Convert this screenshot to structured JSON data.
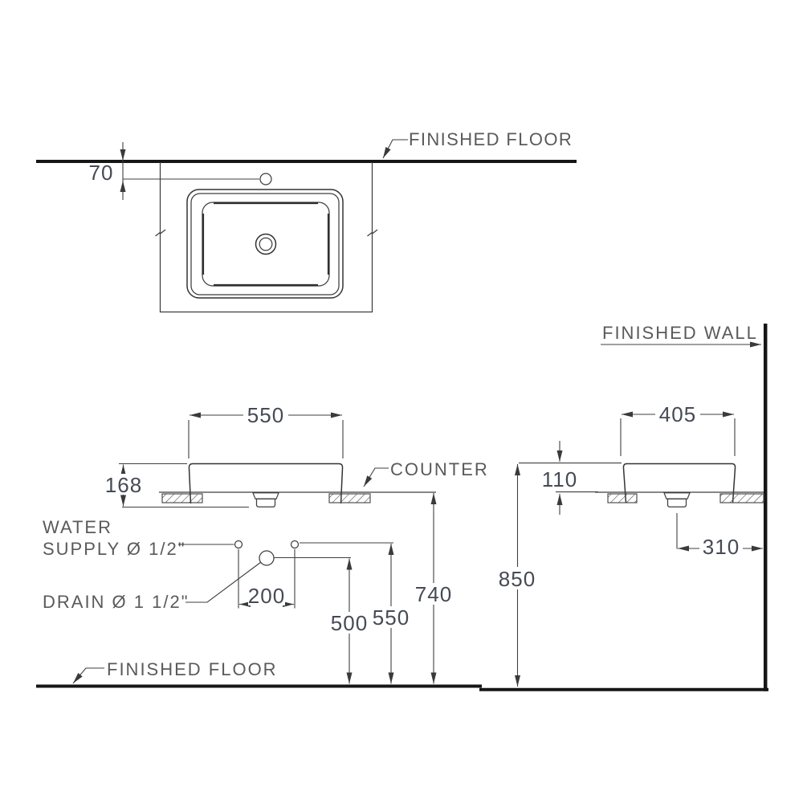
{
  "drawing": {
    "labels": {
      "finished_floor_top": "FINISHED FLOOR",
      "finished_wall": "FINISHED WALL",
      "counter": "COUNTER",
      "water_supply_1": "WATER",
      "water_supply_2": "SUPPLY Ø 1/2\"",
      "drain": "DRAIN Ø 1 1/2\"",
      "finished_floor_bottom": "FINISHED FLOOR"
    },
    "dimensions": {
      "faucet_hole_offset": "70",
      "basin_width": "550",
      "basin_total_height": "168",
      "basin_depth": "405",
      "height_above_counter": "110",
      "supply_spacing": "200",
      "drain_height_from_floor": "500",
      "supply_height_from_floor": "550",
      "counter_height_from_floor": "740",
      "rim_height_from_floor": "850",
      "drain_center_to_wall": "310"
    },
    "colors": {
      "background": "#ffffff",
      "line": "#3f3f3f",
      "heavy_line": "#161616",
      "label_text": "#5a5a5a",
      "dimension_text": "#454a55"
    }
  }
}
